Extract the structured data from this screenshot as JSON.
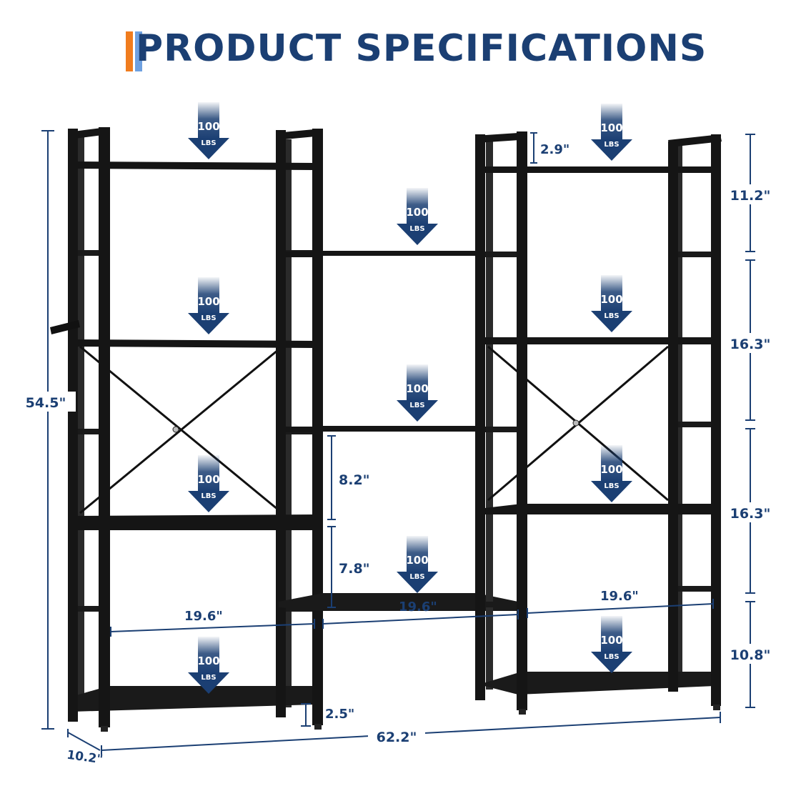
{
  "header": {
    "title": "PRODUCT SPECIFICATIONS"
  },
  "load": {
    "value": "100",
    "unit": "LBS"
  },
  "dimensions": {
    "total_height": "54.5\"",
    "total_width": "62.2\"",
    "depth": "10.2\"",
    "top_gap": "2.9\"",
    "foot_height": "2.5\"",
    "right_tier_1": "11.2\"",
    "right_tier_2": "16.3\"",
    "right_tier_3": "16.3\"",
    "right_tier_4": "10.8\"",
    "middle_gap_upper": "8.2\"",
    "middle_gap_lower": "7.8\"",
    "left_shelf_width": "19.6\"",
    "middle_shelf_width": "19.6\"",
    "right_shelf_width": "19.6\""
  },
  "colors": {
    "navy": "#1b3f73",
    "frame": "#151515",
    "accent_orange": "#f07c1e",
    "accent_blue": "#6ea0e0"
  }
}
